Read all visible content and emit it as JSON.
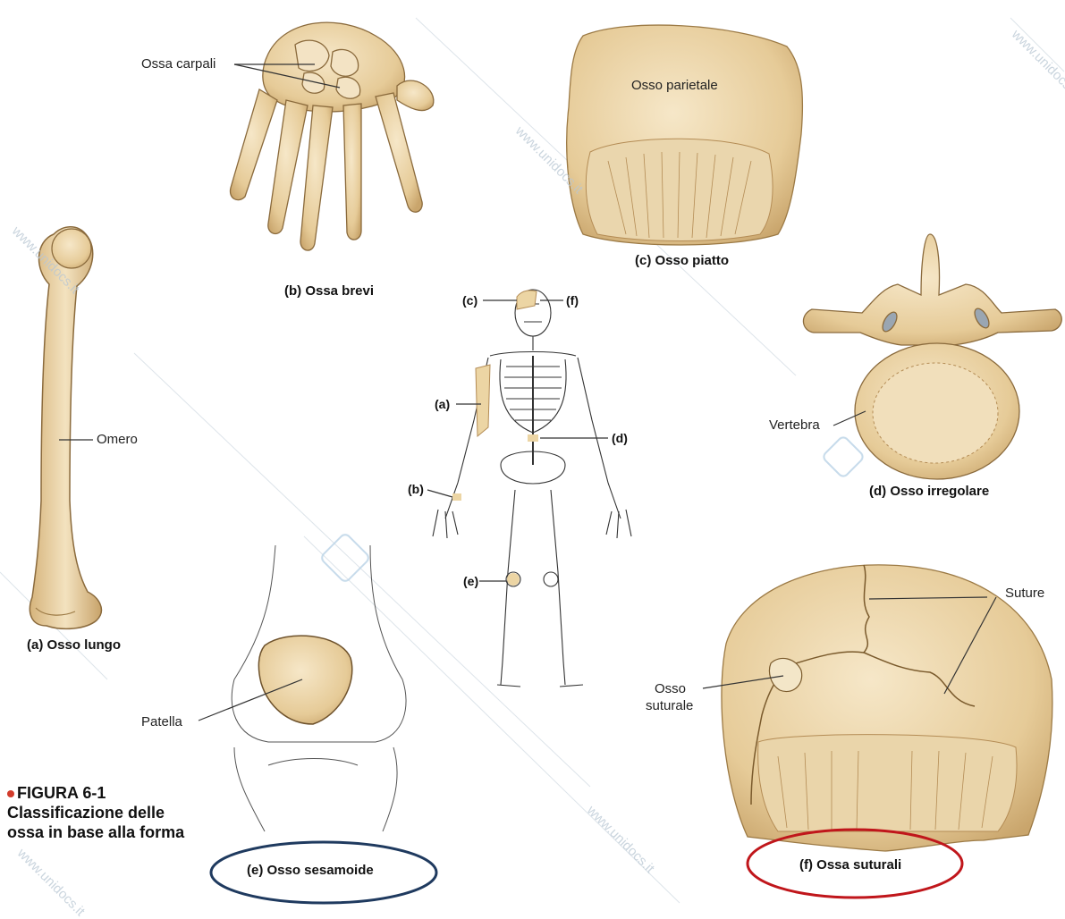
{
  "figure": {
    "number": "FIGURA 6-1",
    "caption_line1": "Classificazione delle",
    "caption_line2": "ossa in base alla forma"
  },
  "panels": {
    "a": {
      "caption": "(a) Osso lungo",
      "label": "Omero"
    },
    "b": {
      "caption": "(b) Ossa brevi",
      "label": "Ossa carpali"
    },
    "c": {
      "caption": "(c) Osso piatto",
      "label": "Osso parietale"
    },
    "d": {
      "caption": "(d) Osso irregolare",
      "label": "Vertebra"
    },
    "e": {
      "caption": "(e) Osso sesamoide",
      "label": "Patella"
    },
    "f": {
      "caption": "(f) Ossa suturali",
      "label_suture": "Suture",
      "label_sutural_line1": "Osso",
      "label_sutural_line2": "suturale"
    }
  },
  "skeleton_keys": {
    "a": "(a)",
    "b": "(b)",
    "c": "(c)",
    "d": "(d)",
    "e": "(e)",
    "f": "(f)"
  },
  "watermarks": {
    "text1": "www.unidocs.it",
    "text2": "www.unidocs.it",
    "text3": "www.unidocs.it",
    "text4": "www.unidocs.it",
    "text5": "www.unidocs.it"
  },
  "colors": {
    "bone": "#e9d3a8",
    "bone_dark": "#c9a56c",
    "outline": "#8a6a3c",
    "highlight_e": "#1f3a5f",
    "highlight_f": "#c0161b",
    "caption_dot": "#d23c2c"
  }
}
